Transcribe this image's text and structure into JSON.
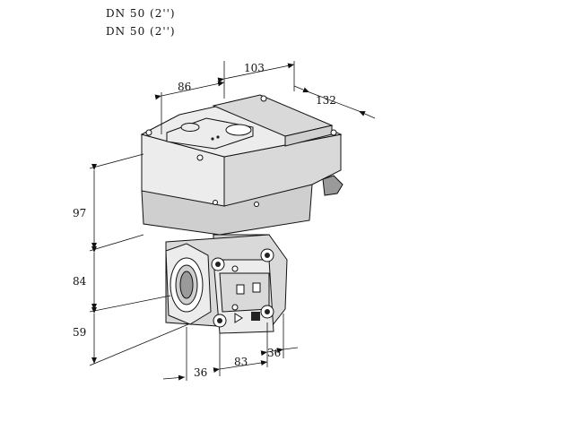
{
  "header": {
    "line1": "DN 50 (2'')",
    "line2": "DN 50 (2'')"
  },
  "dimensions": {
    "top_left": "86",
    "top_mid": "103",
    "top_right": "132",
    "height_upper": "97",
    "height_mid": "84",
    "height_lower": "59",
    "bottom_left": "36",
    "bottom_mid": "83",
    "bottom_right": "36"
  }
}
